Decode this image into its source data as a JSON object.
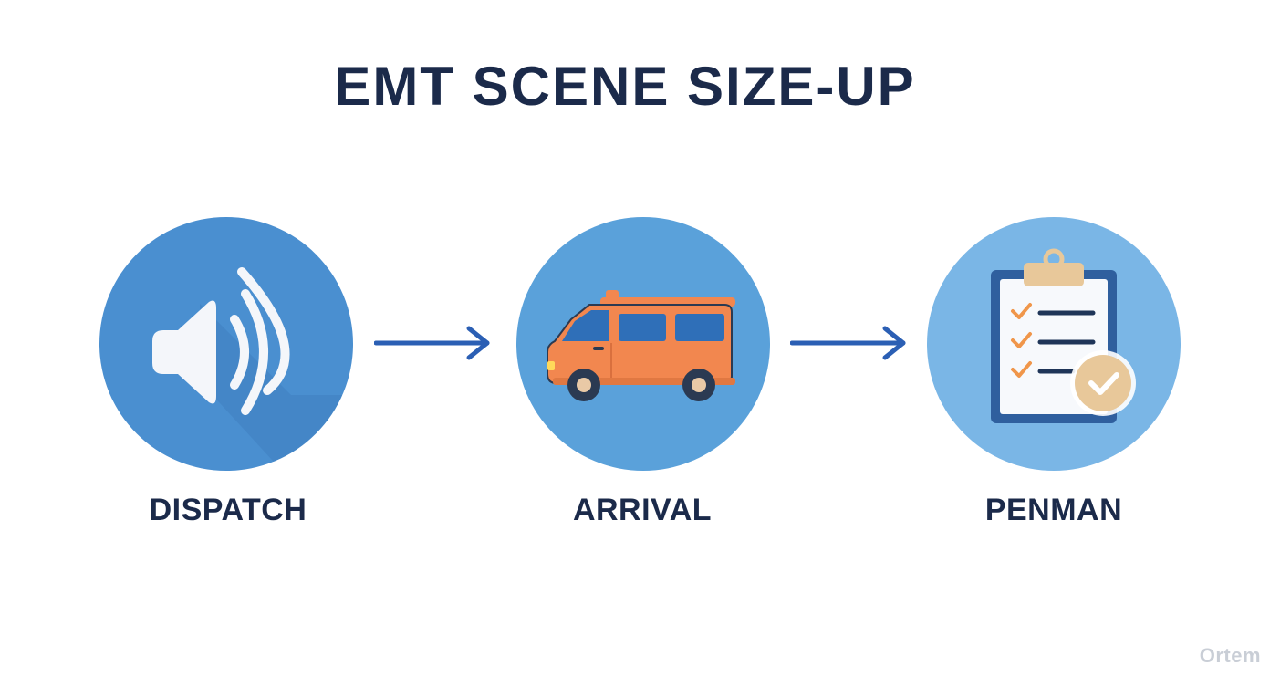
{
  "title": "EMT SCENE SIZE-UP",
  "steps": [
    {
      "label": "DISPATCH",
      "icon": "speaker-icon",
      "circle_color": "#4a8fd0"
    },
    {
      "label": "ARRIVAL",
      "icon": "ambulance-van-icon",
      "circle_color": "#5aa1da"
    },
    {
      "label": "PENMAN",
      "icon": "clipboard-checklist-icon",
      "circle_color": "#7ab6e6"
    }
  ],
  "connectors": [
    "arrow-right-icon",
    "arrow-right-icon"
  ],
  "colors": {
    "title_text": "#1b2a4a",
    "arrow": "#2b5fb4",
    "van_body": "#f2874f",
    "checkmarks": "#f0964a",
    "badge": "#e8c89a"
  },
  "watermark": "Ortem"
}
